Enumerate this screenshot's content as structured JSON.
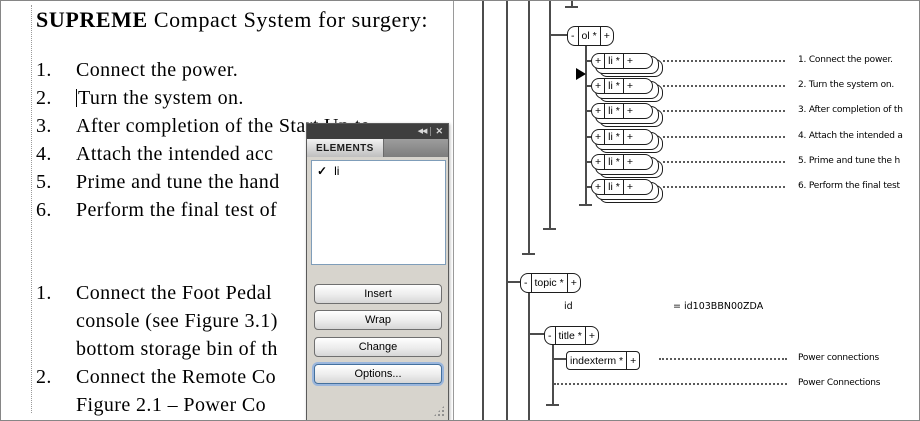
{
  "sym": {
    "minus": "-",
    "plus": "+",
    "check": "✓",
    "collapse_icon": "◀◀",
    "close_icon": "✕",
    "equals": "="
  },
  "document": {
    "title": {
      "bold": "SUPREME",
      "rest": " Compact System for surgery:"
    },
    "lines": [
      {
        "num": "1.",
        "text": "Connect the power."
      },
      {
        "num": "2.",
        "text": "Turn the system on."
      },
      {
        "num": "3.",
        "text": "After completion of the Start Up te"
      },
      {
        "num": "4.",
        "text": "Attach the intended acc"
      },
      {
        "num": "5.",
        "text": "Prime and tune the hand"
      },
      {
        "num": "6.",
        "text": "Perform the final test of"
      },
      {
        "num": "1.",
        "text": "Connect the Foot Pedal"
      },
      {
        "num": "",
        "text": "console (see Figure 3.1)"
      },
      {
        "num": "",
        "text": "bottom storage bin of th"
      },
      {
        "num": "2.",
        "text": "Connect the Remote Co"
      },
      {
        "num": "",
        "text": "Figure 2.1 – Power Co"
      }
    ]
  },
  "panel": {
    "tab": "ELEMENTS",
    "list": [
      {
        "label": "li"
      }
    ],
    "buttons": [
      "Insert",
      "Wrap",
      "Change",
      "Options..."
    ]
  },
  "structure": {
    "labels": {
      "ol": "ol *",
      "li": "li *",
      "topic": "topic *",
      "title": "title *",
      "indexterm": "indexterm *"
    },
    "snippets": [
      "1. Connect the power.",
      "2. Turn the system on.",
      "3. After completion of th",
      "4. Attach the intended a",
      "5. Prime and tune the h",
      "6. Perform the final test"
    ],
    "attr": {
      "name": "id",
      "value": "id103BBN00ZDA"
    },
    "index_snippet": "Power connections",
    "title_snippet": "Power Connections"
  }
}
